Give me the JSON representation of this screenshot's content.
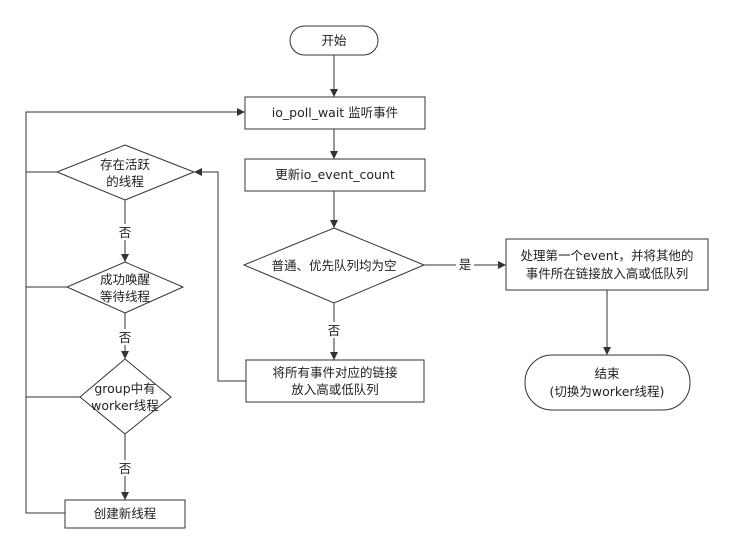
{
  "nodes": {
    "start": "开始",
    "poll": "io_poll_wait 监听事件",
    "update": "更新io_event_count",
    "check_empty": "普通、优先队列均为空",
    "process_line1": "处理第一个event，并将其他的",
    "process_line2": "事件所在链接放入高或低队列",
    "end_line1": "结束",
    "end_line2": "(切换为worker线程)",
    "put_all_line1": "将所有事件对应的链接",
    "put_all_line2": "放入高或低队列",
    "active_line1": "存在活跃",
    "active_line2": "的线程",
    "wake_line1": "成功唤醒",
    "wake_line2": "等待线程",
    "group_line1": "group中有",
    "group_line2": "worker线程",
    "create": "创建新线程"
  },
  "edges": {
    "yes": "是",
    "no_check_empty": "否",
    "no_active": "否",
    "no_wake": "否",
    "no_group": "否"
  }
}
